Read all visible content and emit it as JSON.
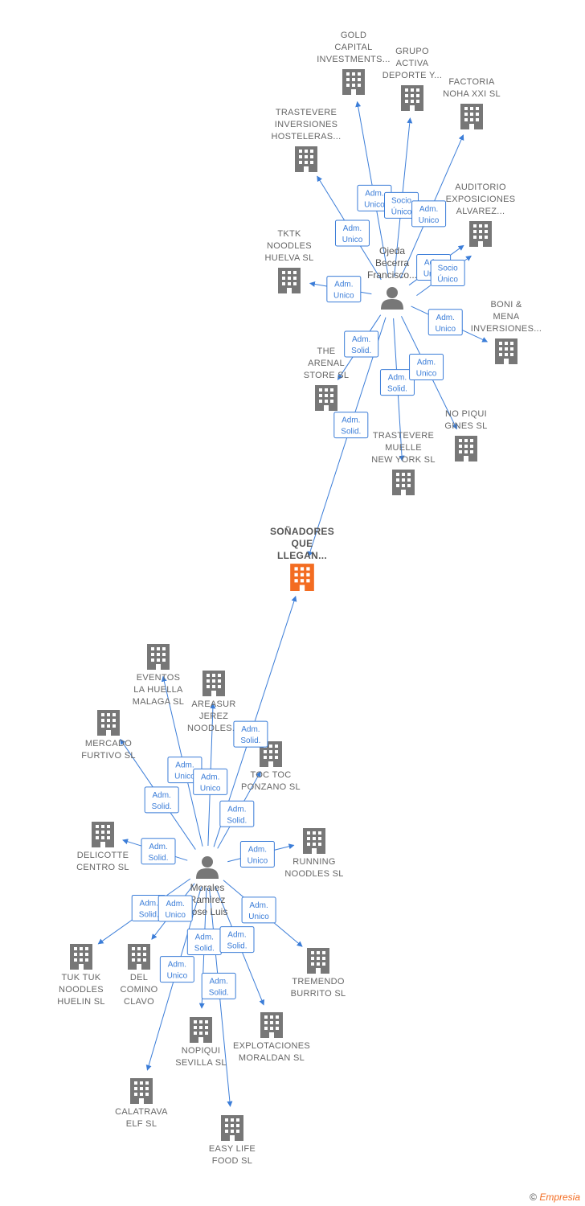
{
  "colors": {
    "edge": "#3b7dd8",
    "company": "#777777",
    "main_company": "#f36c21",
    "person": "#777777"
  },
  "main_company": {
    "id": "main",
    "lines": [
      "SOÑADORES",
      "QUE",
      "LLEGAN..."
    ]
  },
  "persons": [
    {
      "id": "p1",
      "lines": [
        "Ojeda",
        "Becerra",
        "Francisco..."
      ]
    },
    {
      "id": "p2",
      "lines": [
        "Morales",
        "Ramirez",
        "Jose Luis"
      ]
    }
  ],
  "companies": [
    {
      "id": "gold",
      "lines": [
        "GOLD",
        "CAPITAL",
        "INVESTMENTS..."
      ]
    },
    {
      "id": "grupo",
      "lines": [
        "GRUPO",
        "ACTIVA",
        "DEPORTE Y..."
      ]
    },
    {
      "id": "factoria",
      "lines": [
        "FACTORIA",
        "NOHA XXI  SL"
      ]
    },
    {
      "id": "trastevere_inv",
      "lines": [
        "TRASTEVERE",
        "INVERSIONES",
        "HOSTELERAS..."
      ]
    },
    {
      "id": "auditorio",
      "lines": [
        "AUDITORIO",
        "EXPOSICIONES",
        "ALVAREZ..."
      ]
    },
    {
      "id": "tktk",
      "lines": [
        "TKTK",
        "NOODLES",
        "HUELVA  SL"
      ]
    },
    {
      "id": "boni",
      "lines": [
        "BONI &",
        "MENA",
        "INVERSIONES..."
      ]
    },
    {
      "id": "arenal",
      "lines": [
        "THE",
        "ARENAL",
        "STORE  SL"
      ]
    },
    {
      "id": "nopiqui_gines",
      "lines": [
        "NO PIQUI",
        "GINES  SL"
      ]
    },
    {
      "id": "trastevere_muelle",
      "lines": [
        "TRASTEVERE",
        "MUELLE",
        "NEW YORK  SL"
      ]
    },
    {
      "id": "eventos",
      "lines": [
        "EVENTOS",
        "LA HUELLA",
        "MALAGA  SL"
      ]
    },
    {
      "id": "areasur",
      "lines": [
        "AREASUR",
        "JEREZ",
        "NOODLES..."
      ]
    },
    {
      "id": "mercado",
      "lines": [
        "MERCADO",
        "FURTIVO  SL"
      ]
    },
    {
      "id": "toctoc",
      "lines": [
        "TOC TOC",
        "PONZANO  SL"
      ]
    },
    {
      "id": "delicotte",
      "lines": [
        "DELICOTTE",
        "CENTRO  SL"
      ]
    },
    {
      "id": "running",
      "lines": [
        "RUNNING",
        "NOODLES  SL"
      ]
    },
    {
      "id": "tuktuk",
      "lines": [
        "TUK TUK",
        "NOODLES",
        "HUELIN  SL"
      ]
    },
    {
      "id": "delcomino",
      "lines": [
        "DEL",
        "COMINO",
        "CLAVO"
      ]
    },
    {
      "id": "tremendo",
      "lines": [
        "TREMENDO",
        "BURRITO  SL"
      ]
    },
    {
      "id": "nopiqui_sev",
      "lines": [
        "NOPIQUI",
        "SEVILLA  SL"
      ]
    },
    {
      "id": "explotaciones",
      "lines": [
        "EXPLOTACIONES",
        "MORALDAN  SL"
      ]
    },
    {
      "id": "calatrava",
      "lines": [
        "CALATRAVA",
        "ELF  SL"
      ]
    },
    {
      "id": "easylife",
      "lines": [
        "EASY LIFE",
        "FOOD  SL"
      ]
    }
  ],
  "relations": [
    {
      "from": "p1",
      "to": "gold",
      "label": [
        "Adm.",
        "Unico"
      ]
    },
    {
      "from": "p1",
      "to": "grupo",
      "label": [
        "Socio",
        "Único"
      ]
    },
    {
      "from": "p1",
      "to": "factoria",
      "label": [
        "Adm.",
        "Unico"
      ]
    },
    {
      "from": "p1",
      "to": "trastevere_inv",
      "label": [
        "Adm.",
        "Unico"
      ]
    },
    {
      "from": "p1",
      "to": "auditorio",
      "label": [
        "Adm.",
        "Unico"
      ]
    },
    {
      "from": "p1",
      "to": "auditorio",
      "label": [
        "Socio",
        "Único"
      ]
    },
    {
      "from": "p1",
      "to": "tktk",
      "label": [
        "Adm.",
        "Unico"
      ]
    },
    {
      "from": "p1",
      "to": "boni",
      "label": [
        "Adm.",
        "Unico"
      ]
    },
    {
      "from": "p1",
      "to": "arenal",
      "label": [
        "Adm.",
        "Solid."
      ]
    },
    {
      "from": "p1",
      "to": "trastevere_muelle",
      "label": [
        "Adm.",
        "Solid."
      ]
    },
    {
      "from": "p1",
      "to": "nopiqui_gines",
      "label": [
        "Adm.",
        "Unico"
      ]
    },
    {
      "from": "p1",
      "to": "main",
      "label": [
        "Adm.",
        "Solid."
      ]
    },
    {
      "from": "p2",
      "to": "main",
      "label": [
        "Adm.",
        "Solid."
      ]
    },
    {
      "from": "p2",
      "to": "eventos",
      "label": [
        "Adm.",
        "Unico"
      ]
    },
    {
      "from": "p2",
      "to": "areasur",
      "label": [
        "Adm.",
        "Unico"
      ]
    },
    {
      "from": "p2",
      "to": "mercado",
      "label": [
        "Adm.",
        "Solid."
      ]
    },
    {
      "from": "p2",
      "to": "toctoc",
      "label": [
        "Adm.",
        "Solid."
      ]
    },
    {
      "from": "p2",
      "to": "delicotte",
      "label": [
        "Adm.",
        "Solid."
      ]
    },
    {
      "from": "p2",
      "to": "running",
      "label": [
        "Adm.",
        "Unico"
      ]
    },
    {
      "from": "p2",
      "to": "tuktuk",
      "label": [
        "Adm.",
        "Solid."
      ]
    },
    {
      "from": "p2",
      "to": "delcomino",
      "label": [
        "Adm.",
        "Unico"
      ]
    },
    {
      "from": "p2",
      "to": "tremendo",
      "label": [
        "Adm.",
        "Unico"
      ]
    },
    {
      "from": "p2",
      "to": "nopiqui_sev",
      "label": [
        "Adm.",
        "Solid."
      ]
    },
    {
      "from": "p2",
      "to": "explotaciones",
      "label": [
        "Adm.",
        "Solid."
      ]
    },
    {
      "from": "p2",
      "to": "calatrava",
      "label": [
        "Adm.",
        "Unico"
      ]
    },
    {
      "from": "p2",
      "to": "easylife",
      "label": [
        "Adm.",
        "Solid."
      ]
    }
  ],
  "footer": {
    "copyright": "©",
    "brand": "Empresia"
  }
}
